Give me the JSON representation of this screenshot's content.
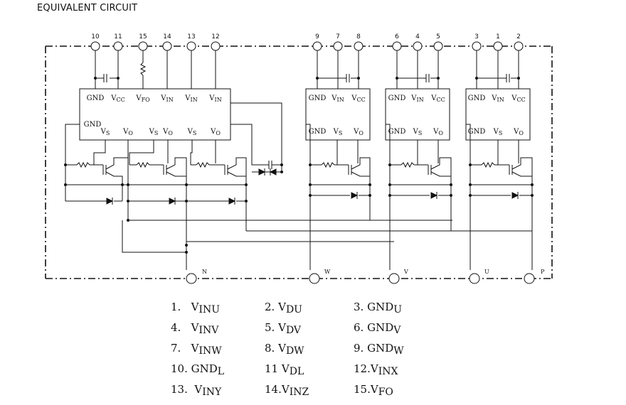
{
  "title": "EQUIVALENT CIRCUIT",
  "pins_top": [
    "10",
    "11",
    "15",
    "14",
    "13",
    "12",
    "9",
    "7",
    "8",
    "6",
    "4",
    "5",
    "3",
    "1",
    "2"
  ],
  "bottom_terminals": [
    "N",
    "W",
    "V",
    "U",
    "P"
  ],
  "chips": {
    "left": {
      "top": [
        [
          "GND",
          ""
        ],
        [
          "V",
          "CC"
        ],
        [
          "V",
          "FO"
        ],
        [
          "V",
          "IN"
        ],
        [
          "V",
          "IN"
        ],
        [
          "V",
          "IN"
        ]
      ],
      "gnd2": "GND",
      "bottom": [
        [
          "V",
          "S"
        ],
        [
          "V",
          "O"
        ],
        [
          "V",
          "S"
        ],
        [
          "V",
          "O"
        ],
        [
          "V",
          "S"
        ],
        [
          "V",
          "O"
        ]
      ]
    },
    "small": {
      "top": [
        [
          "GND",
          ""
        ],
        [
          "V",
          "IN"
        ],
        [
          "V",
          "CC"
        ]
      ],
      "bottom": [
        [
          "GND",
          ""
        ],
        [
          "V",
          "S"
        ],
        [
          "V",
          "O"
        ]
      ]
    }
  },
  "legend": [
    {
      "num": "1.",
      "base": "V",
      "sub": "INU"
    },
    {
      "num": "2.",
      "base": "V",
      "sub": "DU"
    },
    {
      "num": "3.",
      "base": "GND",
      "sub": "U"
    },
    {
      "num": "4.",
      "base": "V",
      "sub": "INV"
    },
    {
      "num": "5.",
      "base": "V",
      "sub": "DV"
    },
    {
      "num": "6.",
      "base": "GND",
      "sub": "V"
    },
    {
      "num": "7.",
      "base": "V",
      "sub": "INW"
    },
    {
      "num": "8.",
      "base": "V",
      "sub": "DW"
    },
    {
      "num": "9.",
      "base": "GND",
      "sub": "W"
    },
    {
      "num": "10.",
      "base": "GND",
      "sub": "L"
    },
    {
      "num": "11",
      "base": "V",
      "sub": "DL"
    },
    {
      "num": "12.",
      "base": "V",
      "sub": "INX"
    },
    {
      "num": "13.",
      "base": "V",
      "sub": "INY"
    },
    {
      "num": "14.",
      "base": "V",
      "sub": "INZ"
    },
    {
      "num": "15.",
      "base": "V",
      "sub": "FO"
    }
  ]
}
